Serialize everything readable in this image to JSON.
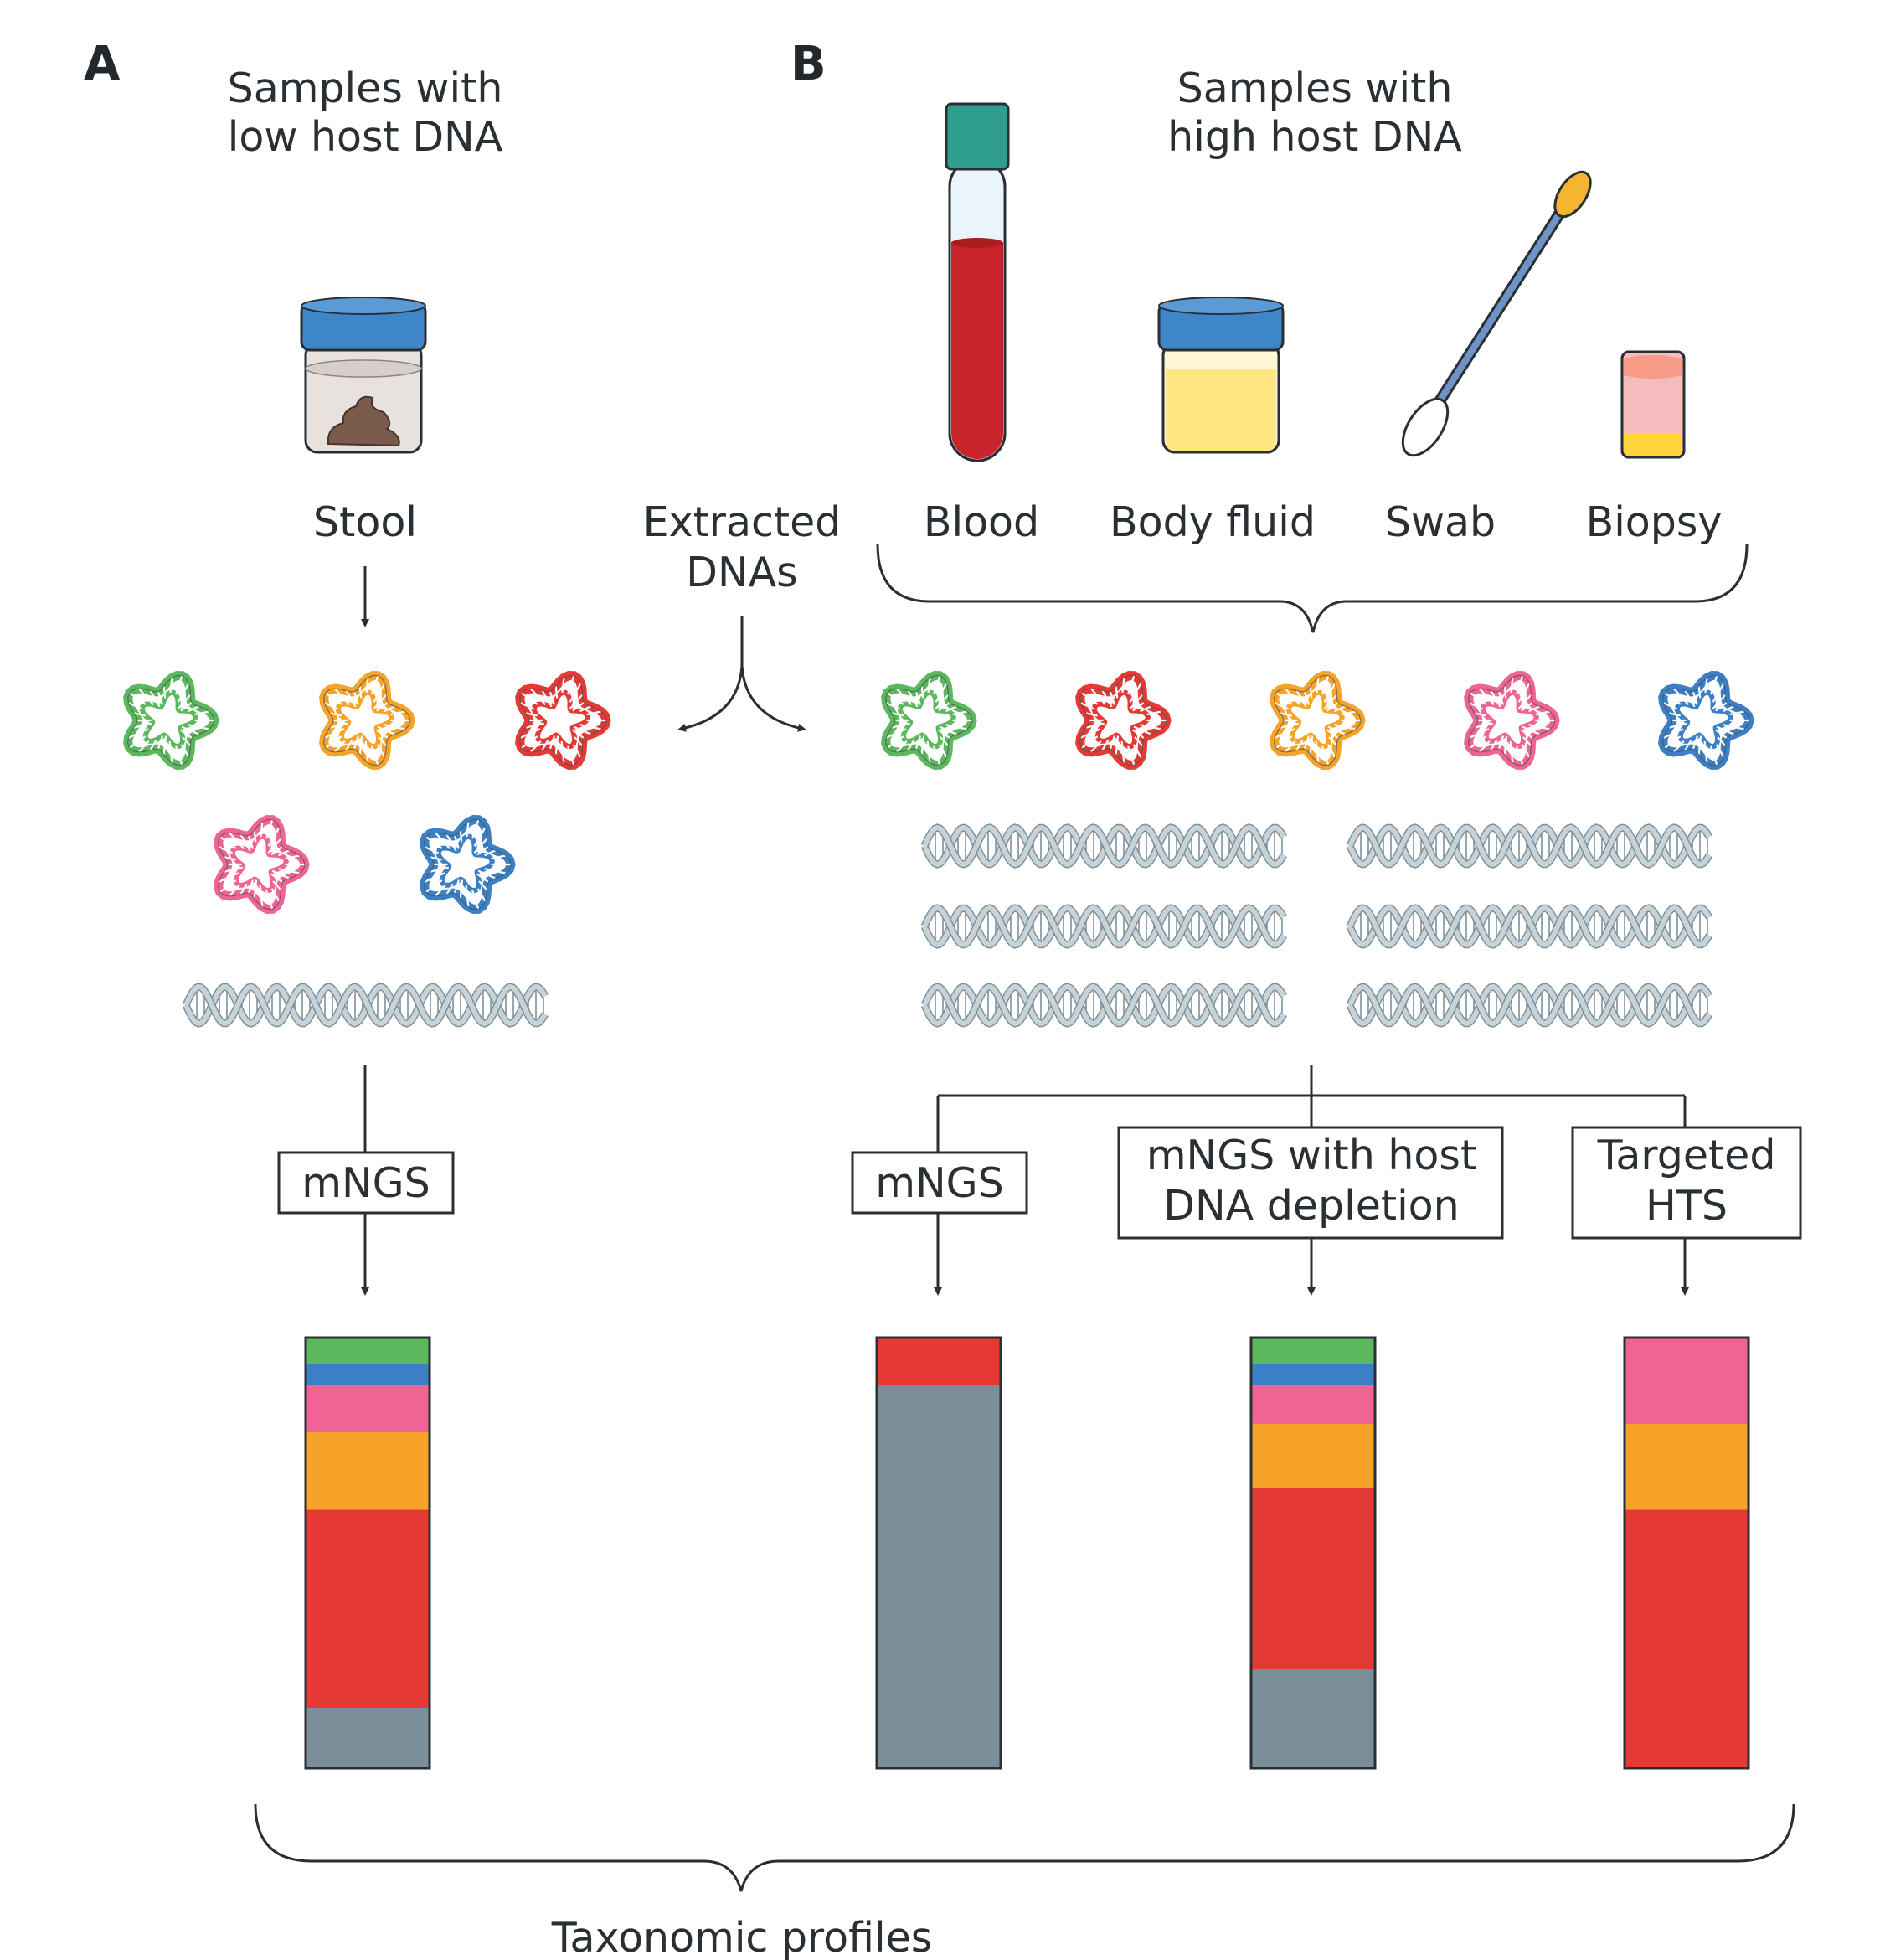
{
  "panels": {
    "a": {
      "letter": "A",
      "heading_line1": "Samples with",
      "heading_line2": "low host DNA",
      "sample_label": "Stool",
      "method_label": "mNGS"
    },
    "b": {
      "letter": "B",
      "heading_line1": "Samples with",
      "heading_line2": "high host DNA",
      "sample_labels": [
        "Blood",
        "Body fluid",
        "Swab",
        "Biopsy"
      ],
      "methods": [
        {
          "line1": "mNGS",
          "line2": ""
        },
        {
          "line1": "mNGS with host",
          "line2": "DNA depletion"
        },
        {
          "line1": "Targeted",
          "line2": "HTS"
        }
      ]
    }
  },
  "extracted_label_line1": "Extracted",
  "extracted_label_line2": "DNAs",
  "bottom_label": "Taxonomic profiles",
  "colors": {
    "green": "#5cb85c",
    "blue": "#3b7fc4",
    "pink": "#ef6494",
    "orange": "#f7a329",
    "red": "#e53935",
    "host_grey": "#7a8f99",
    "dna_grey": "#c8d3d9",
    "stroke": "#2a2f33"
  },
  "profiles": [
    {
      "method": "mNGS (low host)",
      "segments": [
        {
          "color": "green",
          "fraction": 0.06
        },
        {
          "color": "blue",
          "fraction": 0.05
        },
        {
          "color": "pink",
          "fraction": 0.11
        },
        {
          "color": "orange",
          "fraction": 0.18
        },
        {
          "color": "red",
          "fraction": 0.46
        },
        {
          "color": "host_grey",
          "fraction": 0.14
        }
      ]
    },
    {
      "method": "mNGS (high host)",
      "segments": [
        {
          "color": "red",
          "fraction": 0.11
        },
        {
          "color": "host_grey",
          "fraction": 0.89
        }
      ]
    },
    {
      "method": "mNGS with host DNA depletion",
      "segments": [
        {
          "color": "green",
          "fraction": 0.06
        },
        {
          "color": "blue",
          "fraction": 0.05
        },
        {
          "color": "pink",
          "fraction": 0.09
        },
        {
          "color": "orange",
          "fraction": 0.15
        },
        {
          "color": "red",
          "fraction": 0.42
        },
        {
          "color": "host_grey",
          "fraction": 0.23
        }
      ]
    },
    {
      "method": "Targeted HTS",
      "segments": [
        {
          "color": "pink",
          "fraction": 0.2
        },
        {
          "color": "orange",
          "fraction": 0.2
        },
        {
          "color": "red",
          "fraction": 0.6
        }
      ]
    }
  ],
  "plasmids_a": [
    "green",
    "orange",
    "red",
    "pink",
    "blue"
  ],
  "plasmids_b": [
    "green",
    "red",
    "orange",
    "pink",
    "blue"
  ]
}
